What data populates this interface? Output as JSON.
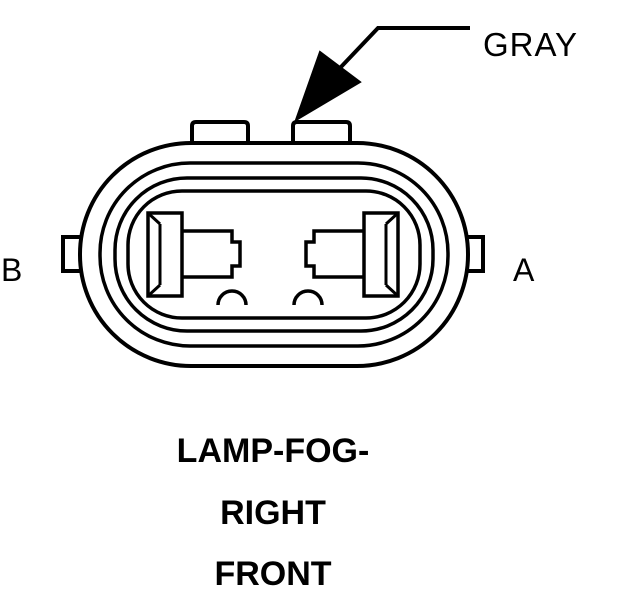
{
  "connector": {
    "wire_color_label": "GRAY",
    "pin_left_label": "B",
    "pin_right_label": "A",
    "title_lines": [
      "LAMP-FOG-",
      "RIGHT",
      "FRONT"
    ]
  },
  "colors": {
    "line": "#000000",
    "background": "#ffffff"
  }
}
